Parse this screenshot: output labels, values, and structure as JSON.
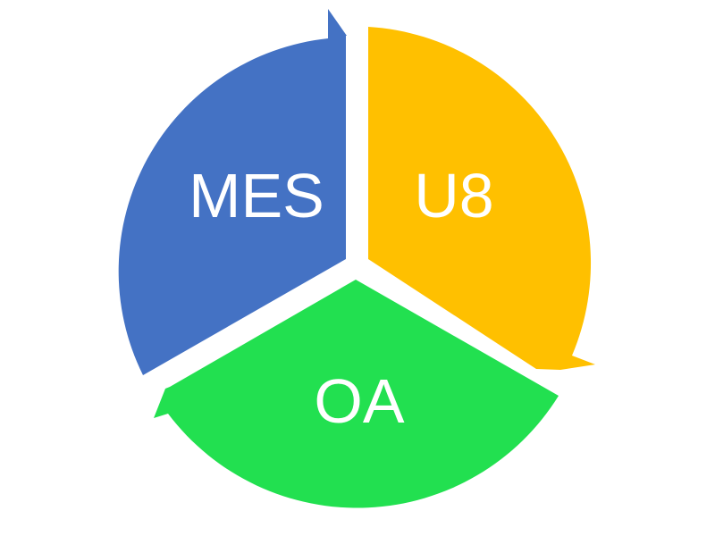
{
  "diagram": {
    "type": "cycle",
    "segments": [
      {
        "id": "mes",
        "label": "MES",
        "color": "#4472C4"
      },
      {
        "id": "u8",
        "label": "U8",
        "color": "#FFC000"
      },
      {
        "id": "oa",
        "label": "OA",
        "color": "#22E050"
      }
    ],
    "background": "#FFFFFF"
  }
}
